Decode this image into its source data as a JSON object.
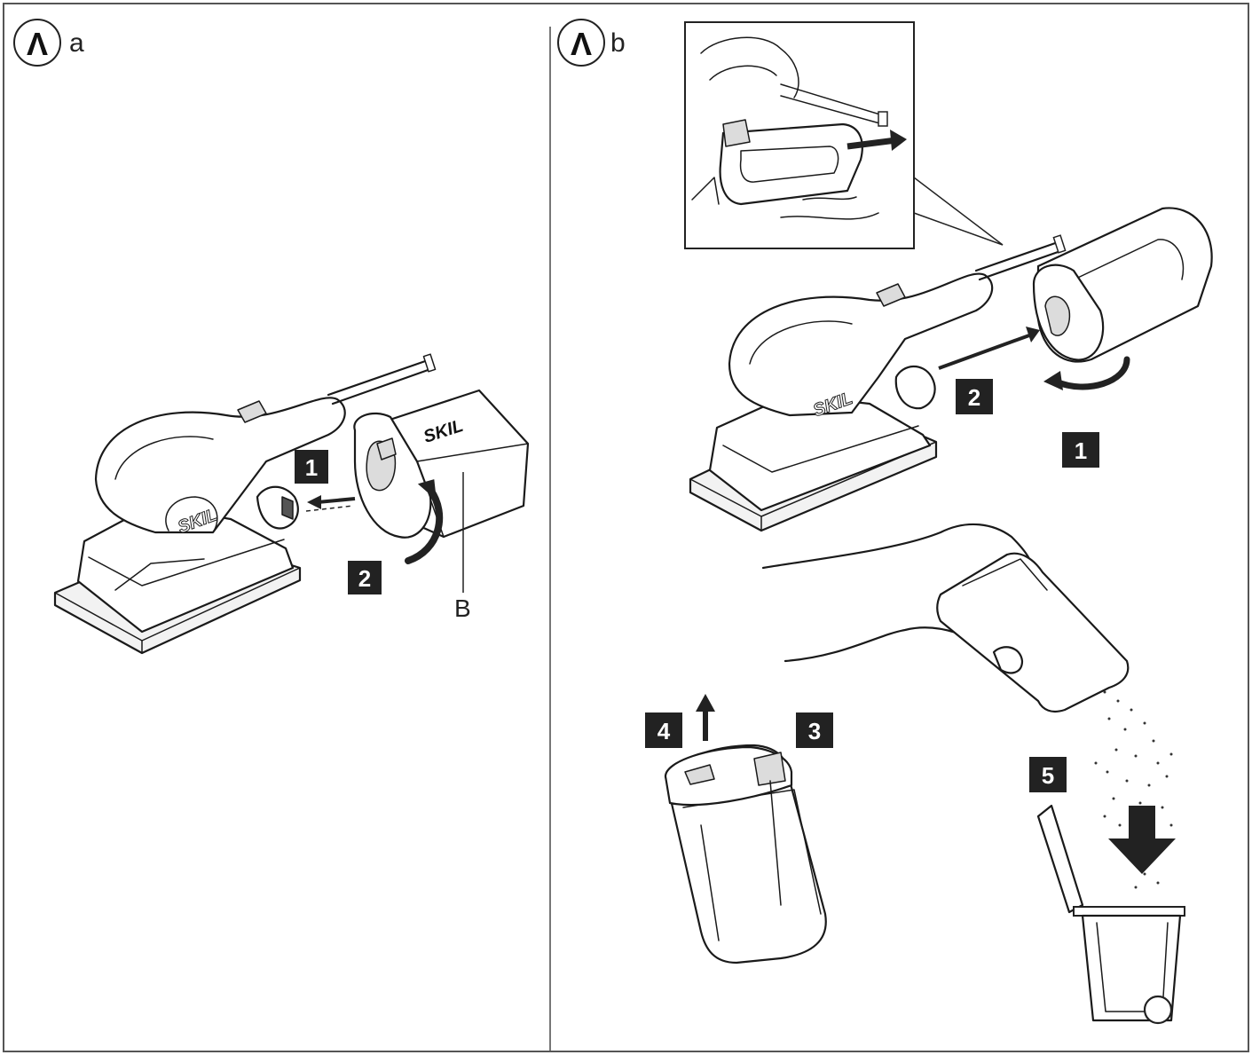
{
  "panels": [
    {
      "id": "a",
      "symbol": "Λ",
      "letter": "a",
      "badges": [
        "1",
        "2"
      ],
      "callouts": [
        "B"
      ],
      "brand": "SKIL"
    },
    {
      "id": "b",
      "symbol": "Λ",
      "letter": "b",
      "badges": [
        "2",
        "1",
        "4",
        "3",
        "5"
      ],
      "brand": "SKIL"
    }
  ],
  "colors": {
    "line": "#1a1a1a",
    "badge": "#222222",
    "badge_text": "#ffffff",
    "background": "#ffffff"
  },
  "icons": {
    "panel_symbol": "circled-caret-icon",
    "arrow": "arrow-icon",
    "rotation": "rotation-arrow-icon",
    "waste_bin": "waste-bin-icon"
  }
}
